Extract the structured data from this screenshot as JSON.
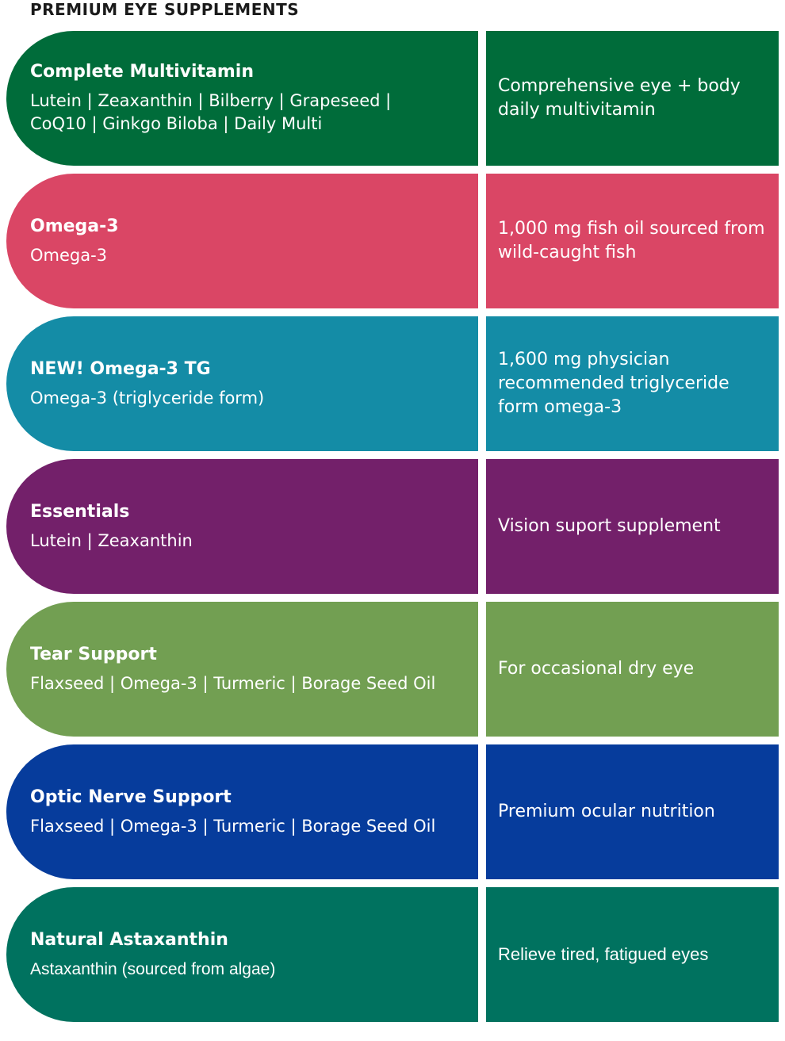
{
  "heading": "PREMIUM EYE SUPPLEMENTS",
  "products": [
    {
      "name": "Complete Multivitamin",
      "ingredients": "Lutein | Zeaxanthin | Bilberry | Grapeseed | CoQ10 | Ginkgo Biloba | Daily Multi",
      "description": "Comprehensive eye + body daily multivitamin",
      "color": "#006c3a"
    },
    {
      "name": "Omega-3",
      "ingredients": "Omega-3",
      "description": "1,000 mg fish oil sourced from wild-caught fish",
      "color": "#da4665"
    },
    {
      "name": "NEW! Omega-3 TG",
      "ingredients": "Omega-3 (triglyceride form)",
      "description": "1,600 mg physician recommended triglyceride form omega-3",
      "color": "#148ca6"
    },
    {
      "name": "Essentials",
      "ingredients": "Lutein | Zeaxanthin",
      "description": "Vision suport supplement",
      "color": "#73206a"
    },
    {
      "name": "Tear Support",
      "ingredients": "Flaxseed | Omega-3 | Turmeric | Borage Seed Oil",
      "description": "For occasional dry eye",
      "color": "#729f52"
    },
    {
      "name": "Optic Nerve Support",
      "ingredients": "Flaxseed | Omega-3 | Turmeric | Borage Seed Oil",
      "description": "Premium ocular nutrition",
      "color": "#063c9c"
    },
    {
      "name": "Natural Astaxanthin",
      "ingredients": "Astaxanthin (sourced from algae)",
      "description": "Relieve tired, fatigued eyes",
      "color": "#00725f"
    }
  ]
}
